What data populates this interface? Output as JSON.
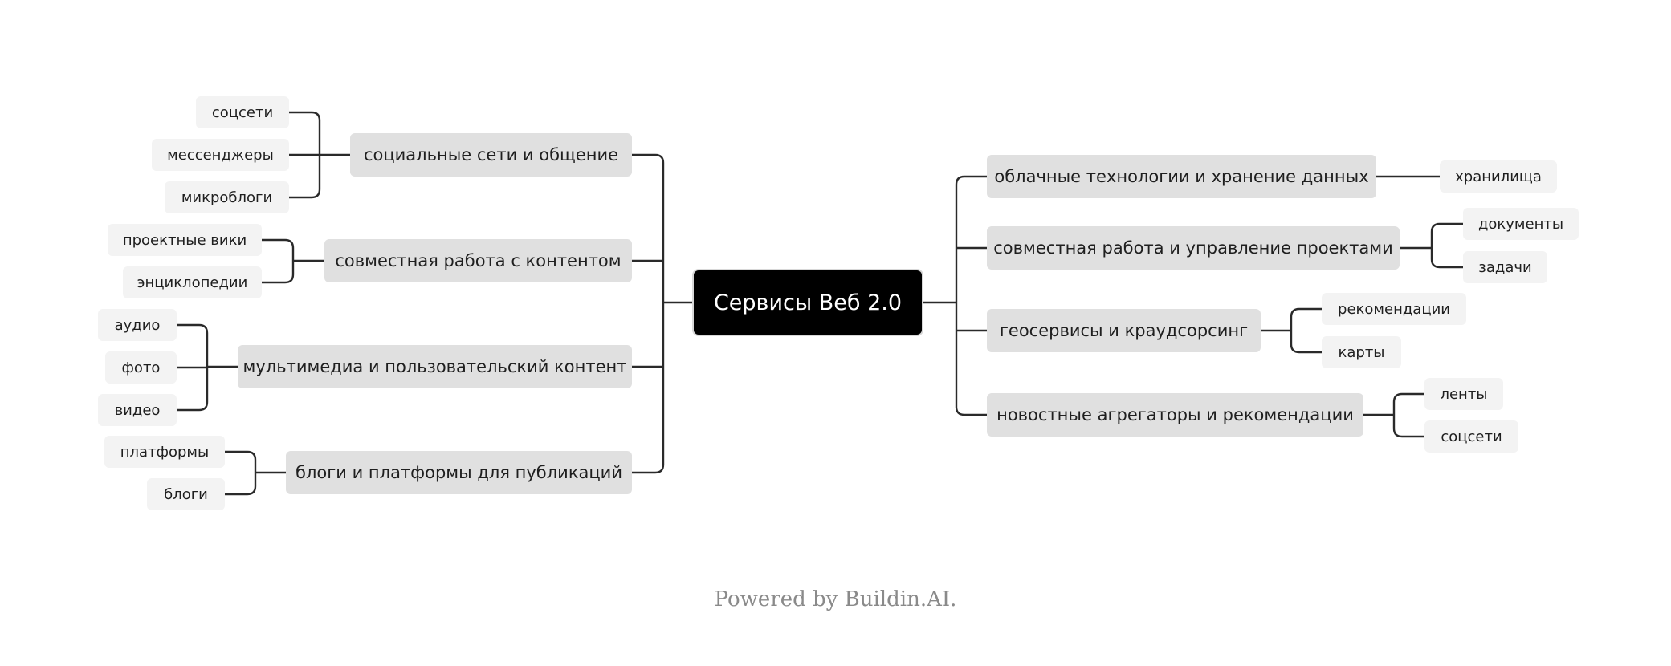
{
  "mindmap": {
    "root": "Сервисы Веб 2.0",
    "left": [
      {
        "label": "социальные сети и общение",
        "children": [
          "соцсети",
          "мессенджеры",
          "микроблоги"
        ]
      },
      {
        "label": "совместная работа с контентом",
        "children": [
          "проектные вики",
          "энциклопедии"
        ]
      },
      {
        "label": "мультимедиа и пользовательский контент",
        "children": [
          "аудио",
          "фото",
          "видео"
        ]
      },
      {
        "label": "блоги и платформы для публикаций",
        "children": [
          "платформы",
          "блоги"
        ]
      }
    ],
    "right": [
      {
        "label": "облачные технологии и хранение данных",
        "children": [
          "хранилища"
        ]
      },
      {
        "label": "совместная работа и управление проектами",
        "children": [
          "документы",
          "задачи"
        ]
      },
      {
        "label": "геосервисы и краудсорсинг",
        "children": [
          "рекомендации",
          "карты"
        ]
      },
      {
        "label": "новостные агрегаторы и рекомендации",
        "children": [
          "ленты",
          "соцсети"
        ]
      }
    ]
  },
  "footer": "Powered by Buildin.AI."
}
